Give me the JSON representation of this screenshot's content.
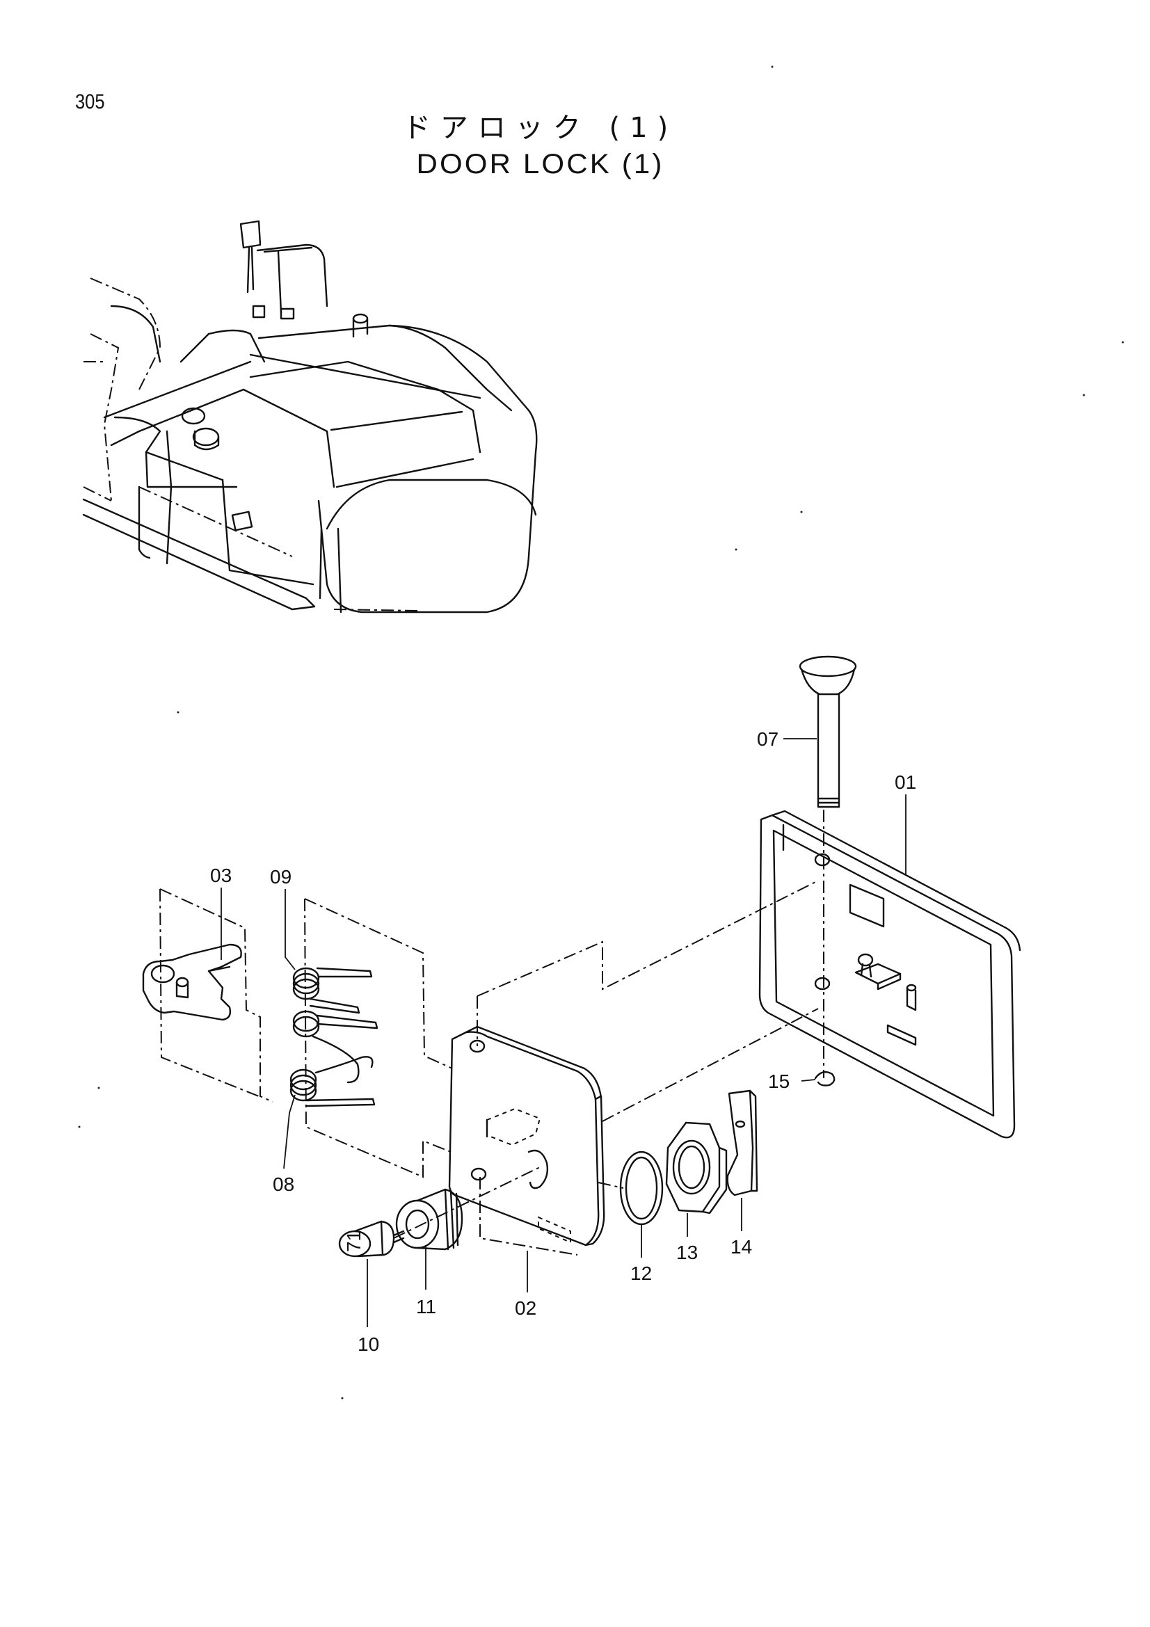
{
  "page_number": "305",
  "title_jp": "ドアロック (1)",
  "title_en": "DOOR LOCK (1)",
  "callouts": [
    "01",
    "02",
    "03",
    "07",
    "08",
    "09",
    "10",
    "11",
    "12",
    "13",
    "14",
    "15"
  ]
}
